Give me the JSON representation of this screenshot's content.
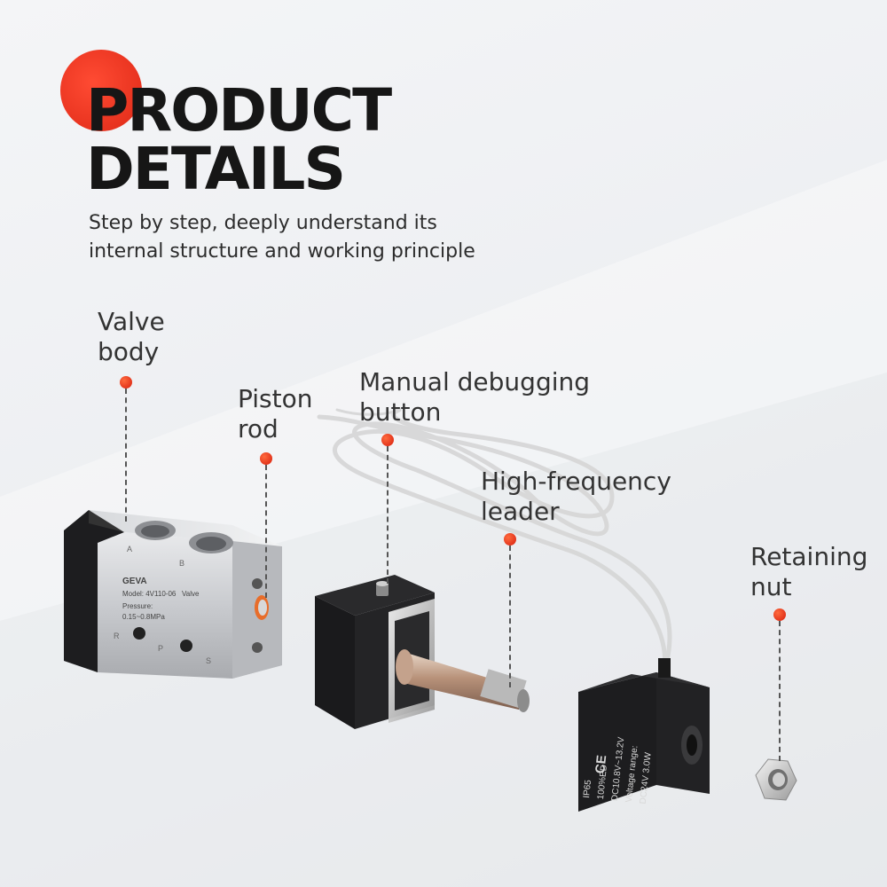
{
  "header": {
    "title_line1": "PRODUCT",
    "title_line2": "DETAILS",
    "subtitle_line1": "Step by step, deeply understand its",
    "subtitle_line2": "internal structure and working principle"
  },
  "callouts": {
    "valve_body": {
      "line1": "Valve",
      "line2": "body"
    },
    "piston_rod": {
      "line1": "Piston",
      "line2": "rod"
    },
    "manual_button": {
      "line1": "Manual debugging",
      "line2": "button"
    },
    "hf_leader": {
      "line1": "High-frequency",
      "line2": "leader"
    },
    "retaining_nut": {
      "line1": "Retaining",
      "line2": "nut"
    }
  },
  "valve_markings": {
    "brand": "GEVA",
    "type": "Valve",
    "model": "Model: 4V110-06",
    "pressure_label": "Pressure:",
    "pressure_range": "0.15~0.8MPa",
    "port_a": "A",
    "port_b": "B",
    "port_r": "R",
    "port_p": "P",
    "port_s": "S"
  },
  "coil_markings": {
    "rating": "DC24V 3.0W",
    "voltage_label": "Voltage range:",
    "voltage_range": "DC10.8V~13.2V",
    "duty": "100%ED",
    "protection": "IP65",
    "cert": "CE"
  },
  "colors": {
    "accent_red": "#e8331f",
    "title_text": "#161616",
    "body_text": "#333333"
  }
}
